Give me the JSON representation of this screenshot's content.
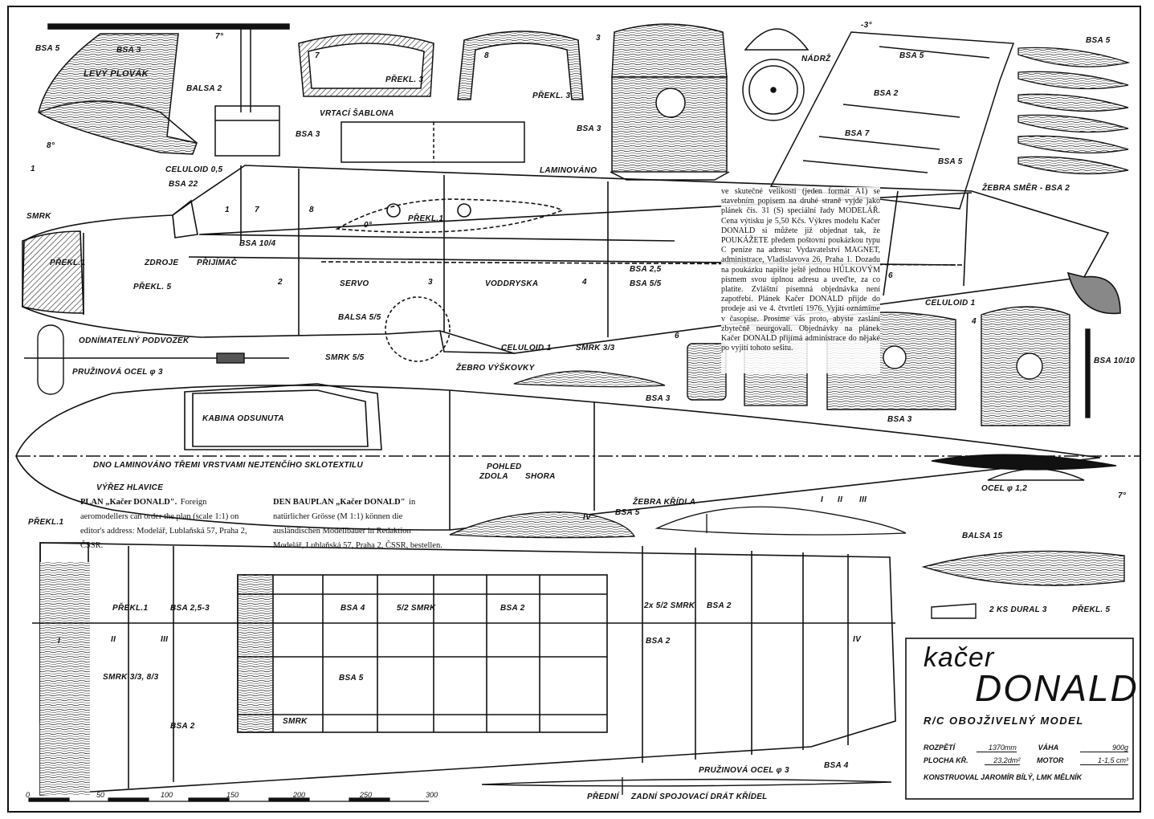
{
  "title_block": {
    "title_small": "kačer",
    "title_big": "DONALD",
    "subtitle": "R/C OBOJŽIVELNÝ MODEL",
    "specs": [
      {
        "label": "ROZPĚTÍ",
        "value": "1370mm"
      },
      {
        "label": "VÁHA",
        "value": "900g"
      },
      {
        "label": "PLOCHA KŘ.",
        "value": "23,2dm²"
      },
      {
        "label": "MOTOR",
        "value": "1-1,5 cm³"
      }
    ],
    "designer": "KONSTRUOVAL JAROMÍR BÍLÝ, LMK MĚLNÍK"
  },
  "notes": {
    "czech": "ve skutečné velikosti (jeden formát A1) se stavebním popisem na druhé straně vyjde jako plánek čís. 31 (S) speciální řady MODELÁŘ. Cena výtisku je 5,50 Kčs. Výkres modelu Kačer DONALD si můžete již objednat tak, že POUKÁŽETE předem poštovní poukázkou typu C peníze na adresu: Vydavatelství MAGNET, administrace, Vladislavova 26, Praha 1. Dozadu na poukázku napište ještě jednou HŮLKOVÝM písmem svou úplnou adresu a uveďte, za co platíte. Zvláštní písemná objednávka není zapotřebí. Plánek Kačer DONALD přijde do prodeje asi ve 4. čtvrtletí 1976. Vyjití oznámíme v časopise. Prosíme vás proto, abyste zaslání zbytečně neurgovali. Objednávky na plánek Kačer DONALD přijímá administrace do nějaké po vyjití tohoto sešitu.",
    "english_head": "PLAN „Kačer DONALD\".",
    "english": "Foreign aeromodellers can order the plan (scale 1:1) on editor's address: Modelář, Lublaňská 57, Praha 2, ČSSR.",
    "german_head": "DEN BAUPLAN „Kačer DONALD\"",
    "german": "in natürlicher Grösse (M 1:1) können die ausländischen Modellbauer in Redaktion Modelář, Lublaňská 57, Praha 2, ČSSR, bestellen."
  },
  "labels": {
    "bsa5": "BSA 5",
    "bsa3": "BSA 3",
    "levy_plovak": "LEVÝ PLOVÁK",
    "balsa2": "BALSA 2",
    "prekl3": "PŘEKL. 3",
    "vrtaci": "VRTACÍ ŠABLONA",
    "laminovano": "LAMINOVÁNO",
    "nadrz": "NÁDRŽ",
    "bsa2": "BSA 2",
    "bsa7": "BSA 7",
    "zebra_smer": "ŽEBRA SMĚR - BSA 2",
    "celuloid05": "CELULOID 0,5",
    "bsa22": "BSA 22",
    "smrk": "SMRK",
    "prekl1": "PŘEKL.1",
    "zdroje": "ZDROJE",
    "prijimac": "PŘIJÍMAČ",
    "servo": "SERVO",
    "voddryska": "VODDRYSKA",
    "bsa104": "BSA 10/4",
    "prekl5": "PŘEKL. 5",
    "bsa25": "BSA 2,5",
    "bsa55": "BSA 5/5",
    "balsa55": "BALSA 5/5",
    "smrk55": "SMRK 5/5",
    "celuloid1": "CELULOID 1",
    "smrk33": "SMRK 3/3",
    "zebro_vyskovky": "ŽEBRO VÝŠKOVKY",
    "odnimatelny": "ODNÍMATELNÝ PODVOZEK",
    "pruzinova3": "PRUŽINOVÁ OCEL φ 3",
    "bsa1010": "BSA 10/10",
    "kabina": "KABINA ODSUNUTA",
    "dno": "DNO LAMINOVÁNO TŘEMI VRSTVAMI NEJTENČÍHO SKLOTEXTILU",
    "vyrez": "VÝŘEZ HLAVICE",
    "pohled1": "POHLED",
    "zdola": "ZDOLA",
    "shora": "SHORA",
    "ocel12": "OCEL φ 1,2",
    "zebra_kridla": "ŽEBRA KŘÍDLA",
    "balsa15": "BALSA 15",
    "dural": "2 KS DURAL 3",
    "prekl5b": "PŘEKL. 5",
    "bsa253": "BSA 2,5-3",
    "bsa4": "BSA 4",
    "smrk52": "5/2 SMRK",
    "smrk52x2": "2x 5/2 SMRK",
    "smrk3383": "SMRK 3/3, 8/3",
    "predni": "PŘEDNÍ",
    "zadni": "ZADNÍ SPOJOVACÍ DRÁT KŘÍDEL",
    "zero_deg": "0°",
    "minus3": "-3°",
    "seven": "7°",
    "eight": "8°",
    "r1": "I",
    "r2": "II",
    "r3": "III",
    "r4": "IV",
    "n1": "1",
    "n2": "2",
    "n3": "3",
    "n4": "4",
    "n6": "6",
    "n7": "7",
    "n8": "8"
  },
  "scale_bar": {
    "ticks": [
      "0",
      "50",
      "100",
      "150",
      "200",
      "250",
      "300"
    ]
  }
}
